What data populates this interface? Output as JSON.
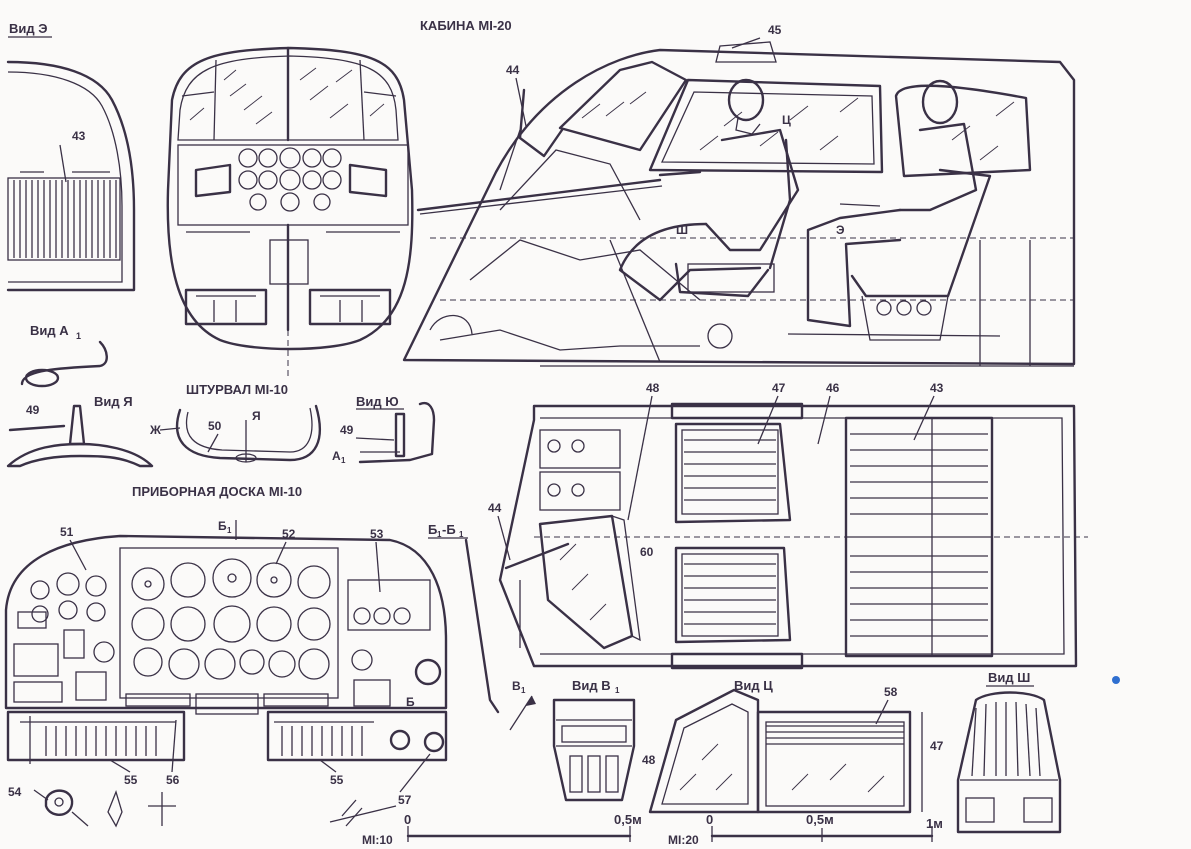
{
  "labels": {
    "view_e": "Вид Э",
    "cabin_title": "КАБИНА МI-20",
    "view_a1": "Вид А",
    "view_a1_sub": "1",
    "yoke_title": "ШТУРВАЛ МI-10",
    "view_ya": "Вид Я",
    "view_yu": "Вид Ю",
    "panel_title": "ПРИБОРНАЯ ДОСКА МI-10",
    "b1": "Б",
    "b1_sub": "1",
    "section_bb": "Б",
    "section_bb_sub": "1",
    "section_bb_dash": "-Б",
    "section_bb_sub2": "1",
    "v1": "В",
    "v1_sub": "1",
    "view_v1": "Вид В",
    "view_v1_sub": "1",
    "view_ts": "Вид Ц",
    "view_sh": "Вид Ш",
    "mark_zh": "Ж",
    "mark_ya": "Я",
    "mark_a1": "А",
    "mark_a1_sub": "1",
    "mark_ts": "Ц",
    "mark_sh": "Ш",
    "mark_e": "Э",
    "mark_b": "Б"
  },
  "callouts": [
    "43",
    "44",
    "45",
    "46",
    "47",
    "48",
    "49",
    "50",
    "51",
    "52",
    "53",
    "54",
    "55",
    "56",
    "57",
    "58",
    "60"
  ],
  "scales": {
    "left": {
      "name": "МI:10",
      "start": "0",
      "end": "0,5м"
    },
    "right": {
      "name": "МI:20",
      "start": "0",
      "mid": "0,5м",
      "end": "1м"
    }
  },
  "colors": {
    "ink": "#3a3146",
    "paper": "#fbfaf9",
    "dot": "#2f6fd0"
  }
}
